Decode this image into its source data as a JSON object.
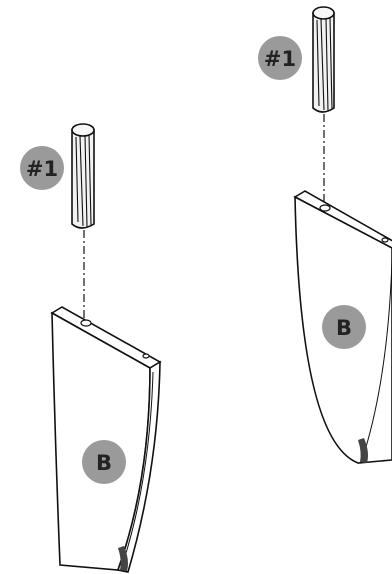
{
  "colors": {
    "badge_fill": "#9a9a9a",
    "badge_text": "#222222",
    "line": "#111111",
    "dowel_fill": "#f2f2f2",
    "panel_fill": "#ffffff"
  },
  "assemblies": [
    {
      "part_label": "B",
      "dowel_label": "#1"
    },
    {
      "part_label": "B",
      "dowel_label": "#1"
    }
  ]
}
